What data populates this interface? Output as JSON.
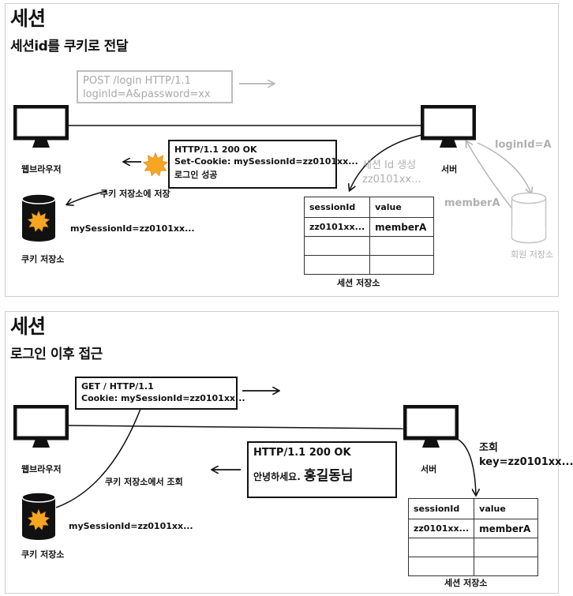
{
  "panel1": {
    "title": "세션",
    "subtitle": "세션id를 쿠키로 전달",
    "request_box": {
      "line1": "POST /login HTTP/1.1",
      "line2": "loginId=A&password=xx"
    },
    "browser_label": "웹브라우저",
    "server_label": "서버",
    "response_box": {
      "line1": "HTTP/1.1 200 OK",
      "line2": "Set-Cookie: mySessionId=zz0101xx...",
      "line3": "로그인 성공"
    },
    "cookie_store_action": "쿠키 저장소에 저장",
    "cookie_value": "mySessionId=zz0101xx...",
    "cookie_store_label": "쿠키 저장소",
    "session_gen_line1": "세션 Id 생성",
    "session_gen_line2": "zz0101xx...",
    "loginid_label": "loginId=A",
    "member_label": "memberA",
    "member_store_label": "회원 저장소",
    "session_table": {
      "headers": [
        "sessionId",
        "value"
      ],
      "rows": [
        [
          "zz0101xx...",
          "memberA"
        ],
        [
          "",
          ""
        ],
        [
          "",
          ""
        ]
      ]
    },
    "session_store_label": "세션 저장소"
  },
  "panel2": {
    "title": "세션",
    "subtitle": "로그인 이후 접근",
    "request_box": {
      "line1": "GET / HTTP/1.1",
      "line2": "Cookie: mySessionId=zz0101xx..."
    },
    "browser_label": "웹브라우저",
    "server_label": "서버",
    "lookup_line1": "조회",
    "lookup_line2": "key=zz0101xx...",
    "response_box": {
      "line1": "HTTP/1.1 200 OK",
      "line2a": "안녕하세요. ",
      "line2b": "홍길동님"
    },
    "cookie_store_action": "쿠키 저장소에서 조회",
    "cookie_value": "mySessionId=zz0101xx...",
    "cookie_store_label": "쿠키 저장소",
    "session_table": {
      "headers": [
        "sessionId",
        "value"
      ],
      "rows": [
        [
          "zz0101xx...",
          "memberA"
        ],
        [
          "",
          ""
        ],
        [
          "",
          ""
        ]
      ]
    },
    "session_store_label": "세션 저장소"
  },
  "colors": {
    "accent_orange": "#f6a623",
    "line": "#111111",
    "faded": "#b0b0b0"
  }
}
